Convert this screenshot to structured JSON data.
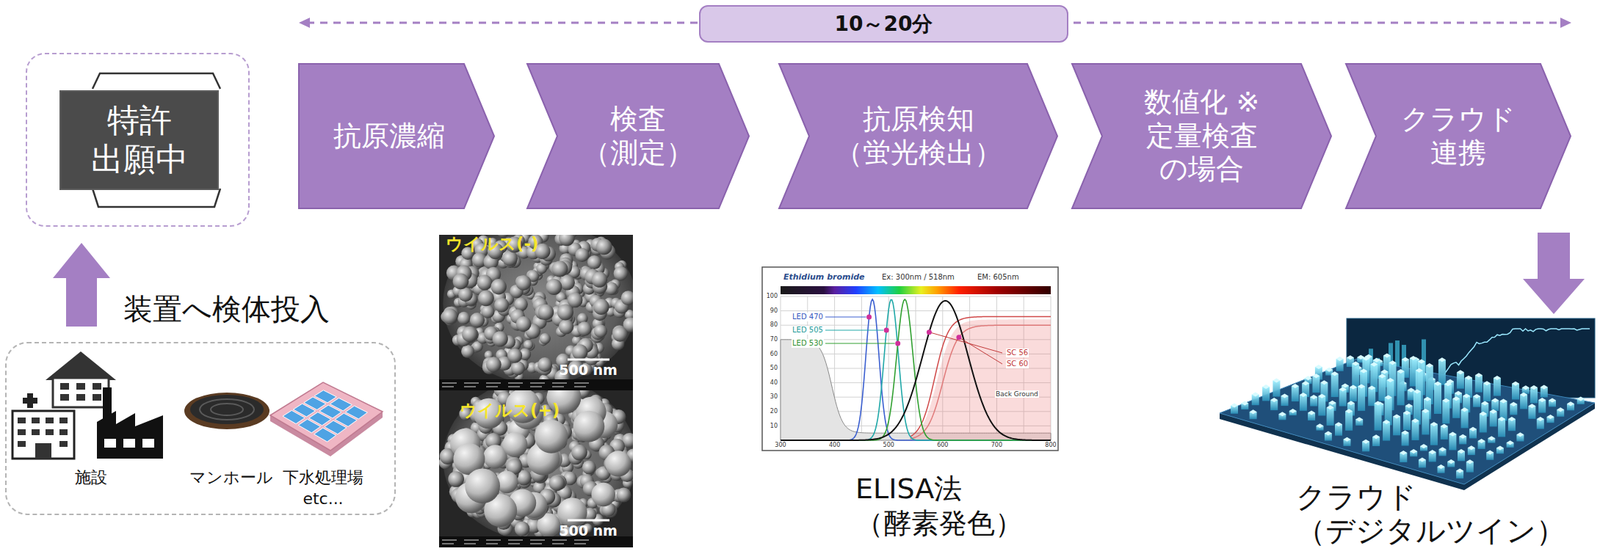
{
  "diagram": {
    "nodes": [
      {
        "text": [
          "10～20分"
        ]
      },
      {
        "text": [
          "特許 出願中"
        ]
      },
      {
        "text": [
          "抗原濃縮"
        ]
      },
      {
        "text": [
          "検査 （測定）"
        ]
      },
      {
        "text": [
          "抗原検知 （蛍光検出）"
        ]
      },
      {
        "text": [
          "数値化 ※定量検査 の場合"
        ]
      },
      {
        "text": [
          "クラウド 連携"
        ]
      },
      {
        "text": [
          "施設",
          "マンホール",
          "下水処理場 etc..."
        ]
      },
      {
        "text": [
          "クラウド （デジタルツイン）"
        ]
      }
    ],
    "edges": [
      {
        "from": 7,
        "to": 1,
        "arrow": "to",
        "label": "装置へ検体投入"
      },
      {
        "from": 6,
        "to": 8,
        "arrow": "to"
      }
    ],
    "labels": [
      "ウイルス(-)",
      "500 nm",
      "ウイルス(+)",
      "500 nm",
      "ELISA法 （酵素発色）",
      "Ethidium bromide",
      "Ex: 300nm / 518nm",
      "EM: 605nm",
      "LED 470",
      "LED 505",
      "LED 530",
      "SC 56",
      "SC 60",
      "Back Ground",
      "100",
      "90",
      "80",
      "70",
      "60",
      "50",
      "40",
      "30",
      "20",
      "10",
      "300",
      "400",
      "500",
      "600",
      "700",
      "800"
    ]
  }
}
